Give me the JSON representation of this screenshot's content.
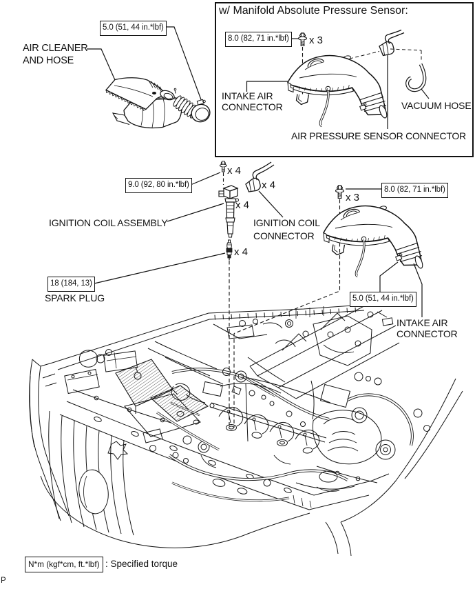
{
  "inset": {
    "title": "w/ Manifold Absolute Pressure Sensor:",
    "torque_bolt": "8.0 (82, 71 in.*lbf)",
    "bolt_count": "x 3",
    "intake_air_connector_line1": "INTAKE AIR",
    "intake_air_connector_line2": "CONNECTOR",
    "vacuum_hose": "VACUUM HOSE",
    "air_pressure_sensor_connector": "AIR PRESSURE SENSOR CONNECTOR"
  },
  "main": {
    "torque_air_cleaner": "5.0 (51, 44 in.*lbf)",
    "air_cleaner_line1": "AIR CLEANER",
    "air_cleaner_line2": "AND HOSE",
    "torque_coil_bolt": "9.0 (92, 80 in.*lbf)",
    "coil_bolt_count": "x 4",
    "coil_connector_count": "x 4",
    "coil_count": "x 4",
    "ignition_coil_assembly": "IGNITION COIL ASSEMBLY",
    "ignition_coil_connector_line1": "IGNITION COIL",
    "ignition_coil_connector_line2": "CONNECTOR",
    "spark_plug_count": "x 4",
    "torque_spark_plug": "18 (184, 13)",
    "spark_plug": "SPARK PLUG",
    "torque_connector_bolt": "8.0 (82, 71 in.*lbf)",
    "connector_bolt_count": "x 3",
    "torque_connector_clamp": "5.0 (51, 44 in.*lbf)",
    "intake_air_connector_line1": "INTAKE AIR",
    "intake_air_connector_line2": "CONNECTOR"
  },
  "footer": {
    "torque_key": "N*m (kgf*cm, ft.*lbf)",
    "torque_key_desc": ": Specified torque",
    "page_marker": "P"
  }
}
